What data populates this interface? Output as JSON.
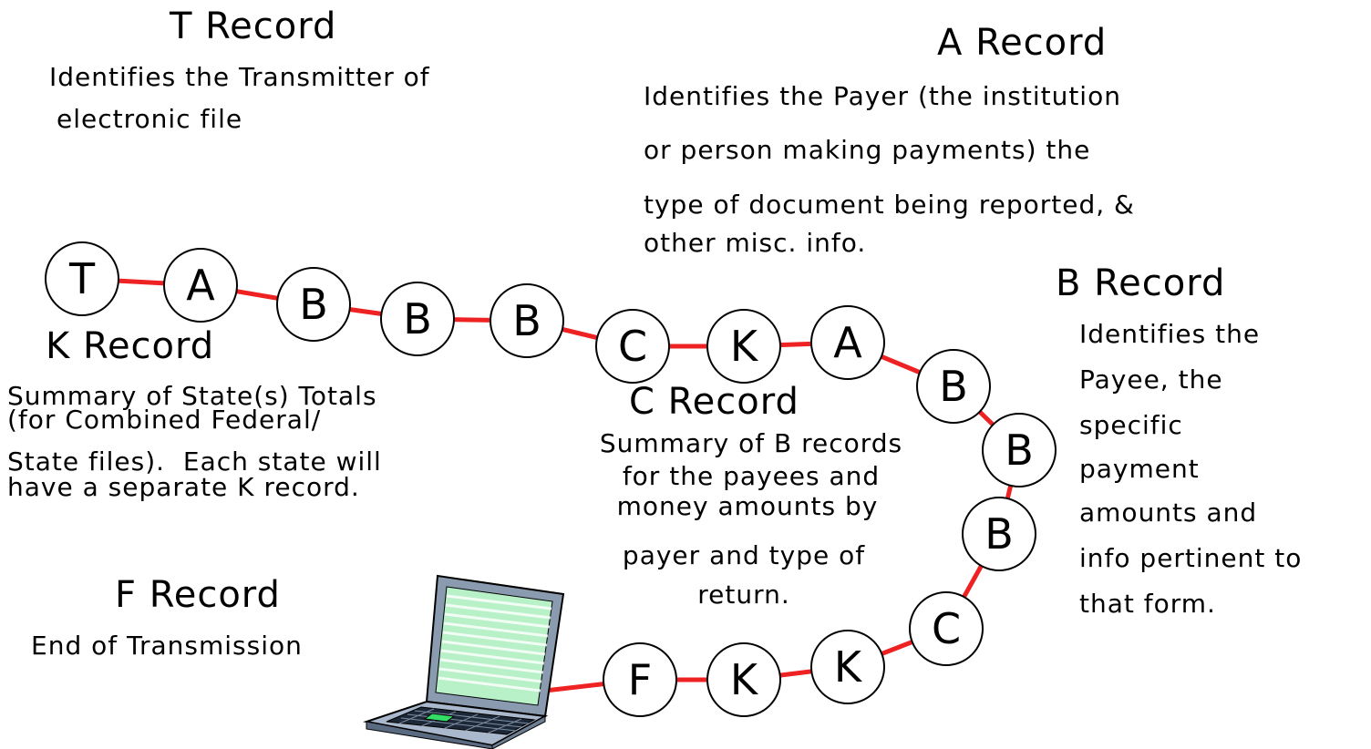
{
  "colors": {
    "connector": "#ee2222",
    "node_fill": "#ffffff",
    "node_stroke": "#000000"
  },
  "records": {
    "t": {
      "title": "T Record",
      "lines": [
        "Identifies the Transmitter of",
        "electronic file"
      ]
    },
    "a": {
      "title": "A Record",
      "lines": [
        "Identifies the Payer (the institution",
        "or person making payments) the",
        "type of document being reported, &",
        "other misc. info."
      ]
    },
    "b": {
      "title": "B Record",
      "lines": [
        "Identifies the",
        "Payee, the",
        "specific",
        "payment",
        "amounts and",
        "info pertinent to",
        "that form."
      ]
    },
    "k": {
      "title": "K Record",
      "lines": [
        "Summary of State(s) Totals",
        "(for Combined Federal/",
        "State files).  Each state will",
        "have a separate K record."
      ]
    },
    "c": {
      "title": "C Record",
      "lines": [
        "Summary of B records",
        "for the payees and",
        "money amounts by",
        "payer and type of",
        "return."
      ]
    },
    "f": {
      "title": "F Record",
      "lines": [
        "End of Transmission"
      ]
    }
  },
  "nodes": [
    "T",
    "A",
    "B",
    "B",
    "B",
    "C",
    "K",
    "A",
    "B",
    "B",
    "B",
    "C",
    "K",
    "K",
    "F"
  ],
  "icons": {
    "computer": "laptop-icon"
  }
}
